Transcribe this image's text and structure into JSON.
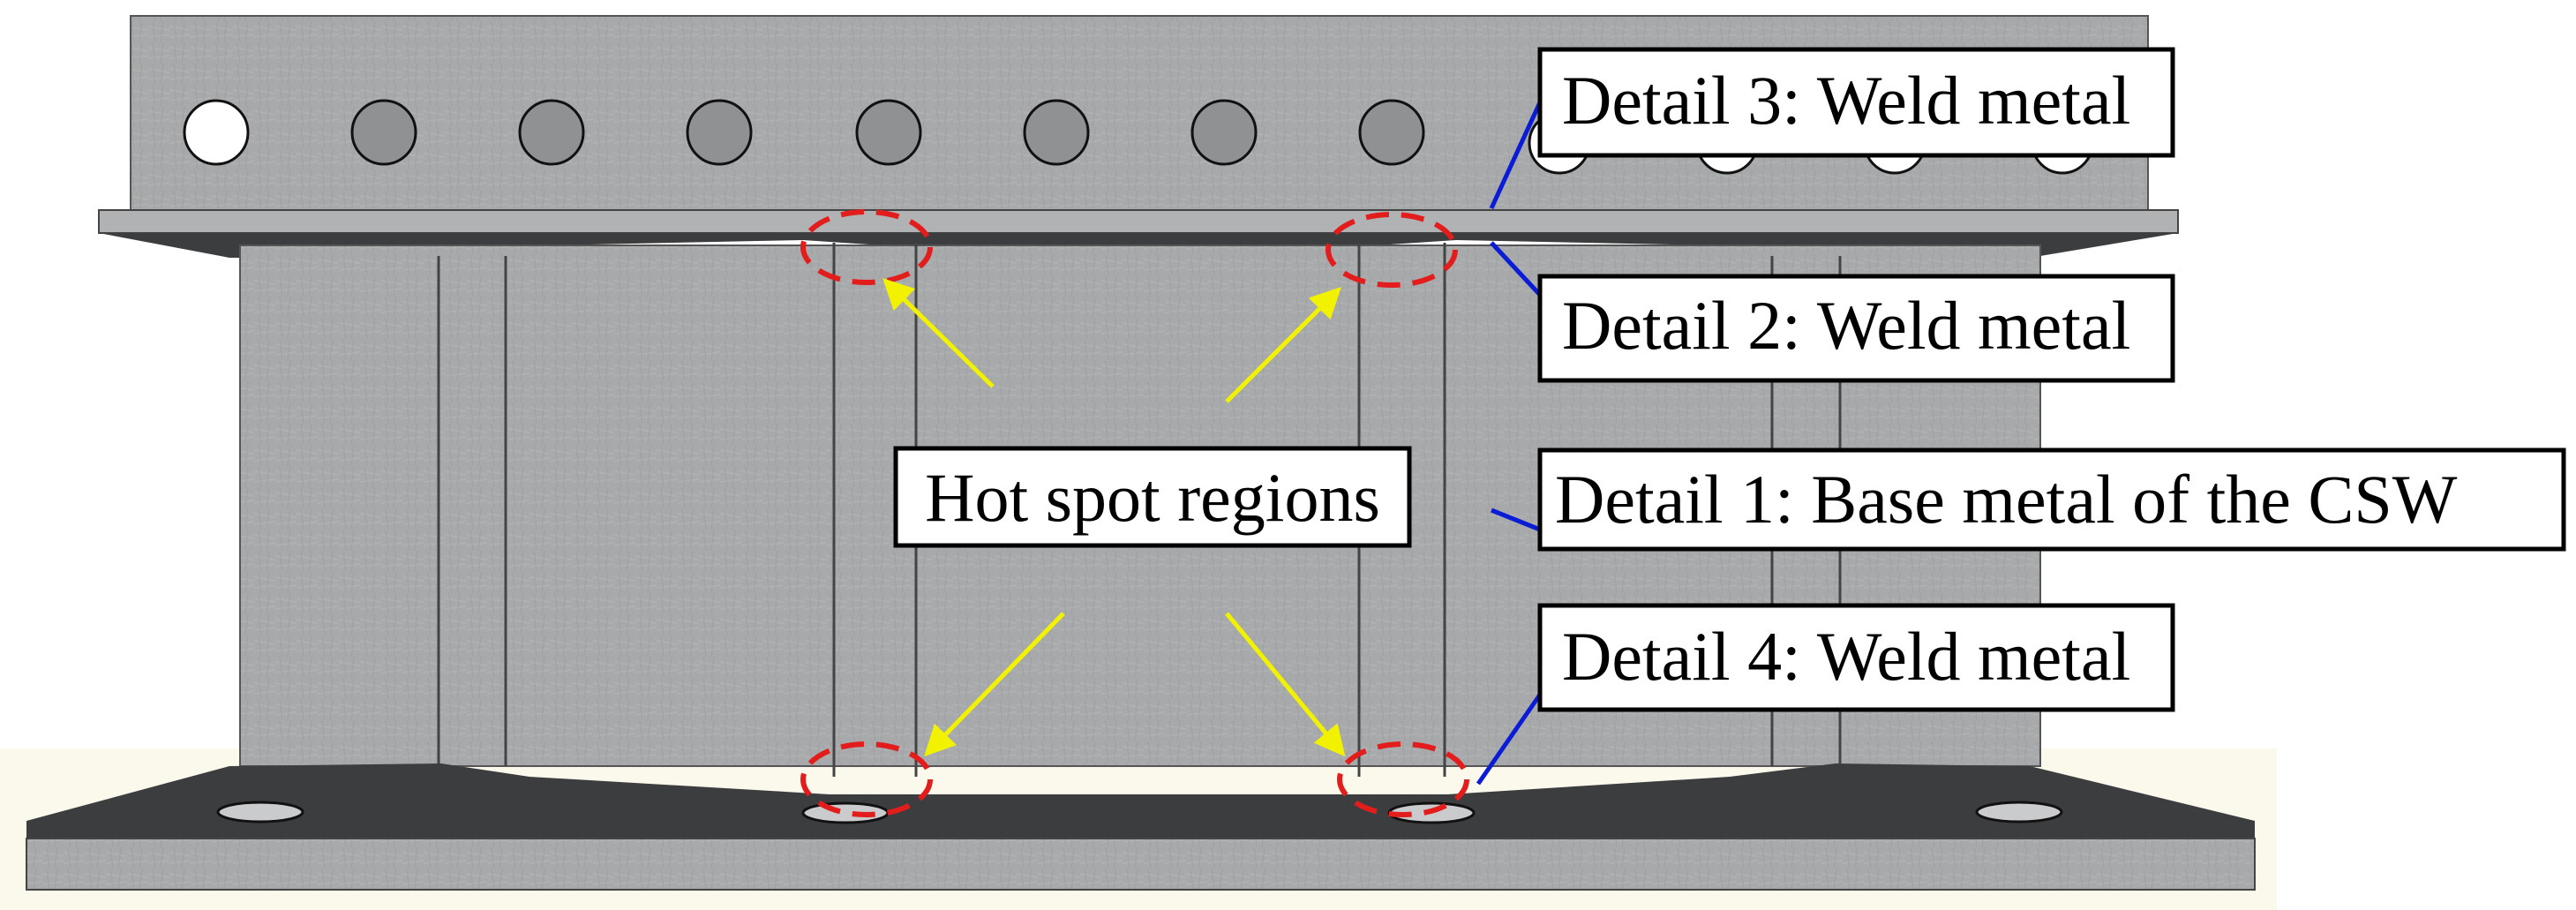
{
  "figure": {
    "hot_spot_label": "Hot spot regions",
    "details": [
      {
        "id": "detail-3",
        "text": "Detail 3: Weld metal"
      },
      {
        "id": "detail-2",
        "text": "Detail 2: Weld metal"
      },
      {
        "id": "detail-1",
        "text": "Detail 1: Base metal of the CSW"
      },
      {
        "id": "detail-4",
        "text": "Detail 4: Weld metal"
      }
    ],
    "colors": {
      "steel": "#a7a9ab",
      "steel_shadow": "#8f9193",
      "flange_dark": "#3c3d3f",
      "hot_spot_marker": "#e31c1c",
      "hot_spot_arrow": "#f2f200",
      "leader_line": "#0a1cd6",
      "label_border": "#000000",
      "ground": "#fbf8ec"
    },
    "icons": {
      "hot_spot_marker": "dashed-ellipse-icon",
      "arrow": "arrow-icon",
      "bolt_hole": "circle-hole-icon"
    }
  }
}
